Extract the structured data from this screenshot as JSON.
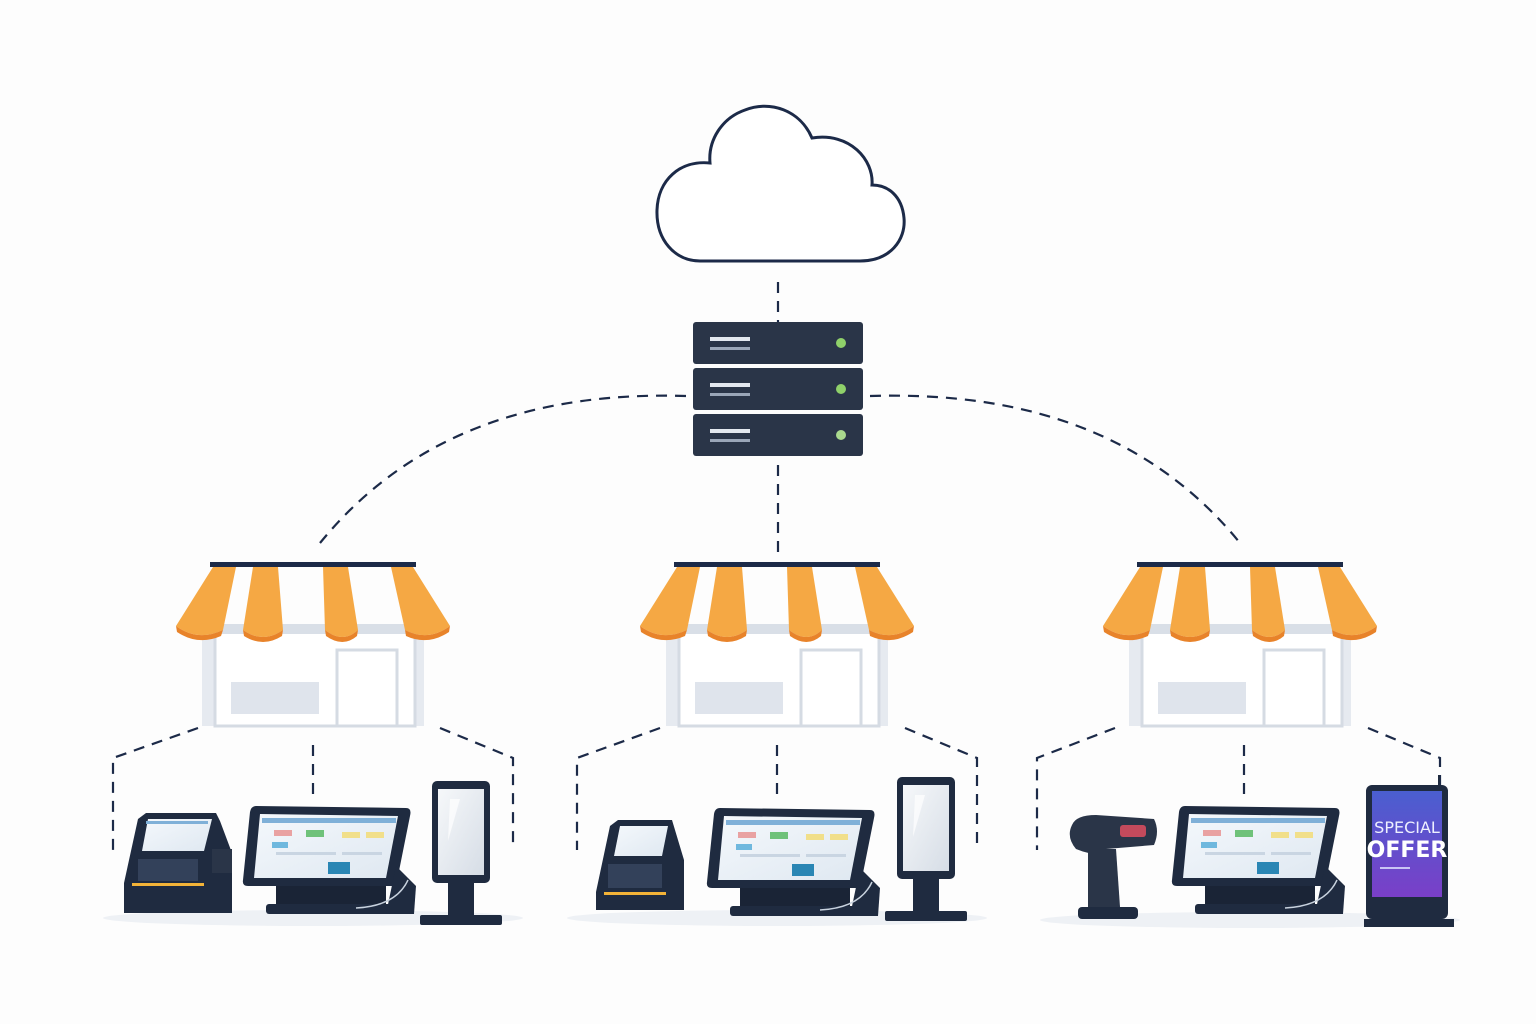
{
  "diagram": {
    "nodes": {
      "cloud": {
        "icon": "cloud-icon"
      },
      "server": {
        "icon": "server-rack-icon",
        "units": 3,
        "status_color": "#8fd16a"
      },
      "stores": [
        {
          "icon": "storefront-icon",
          "devices": [
            "card-terminal",
            "pos-monitor",
            "kiosk"
          ]
        },
        {
          "icon": "storefront-icon",
          "devices": [
            "card-terminal",
            "pos-monitor",
            "kiosk"
          ]
        },
        {
          "icon": "storefront-icon",
          "devices": [
            "barcode-scanner",
            "pos-monitor",
            "digital-signage"
          ]
        }
      ]
    },
    "signage": {
      "line1": "SPECIAL",
      "line2": "OFFER"
    },
    "colors": {
      "line": "#1c2a48",
      "awning_orange": "#f5a844",
      "awning_dark_orange": "#e8832a",
      "device_navy": "#1f2b40",
      "signage_purple": "#6b3fc9"
    }
  }
}
